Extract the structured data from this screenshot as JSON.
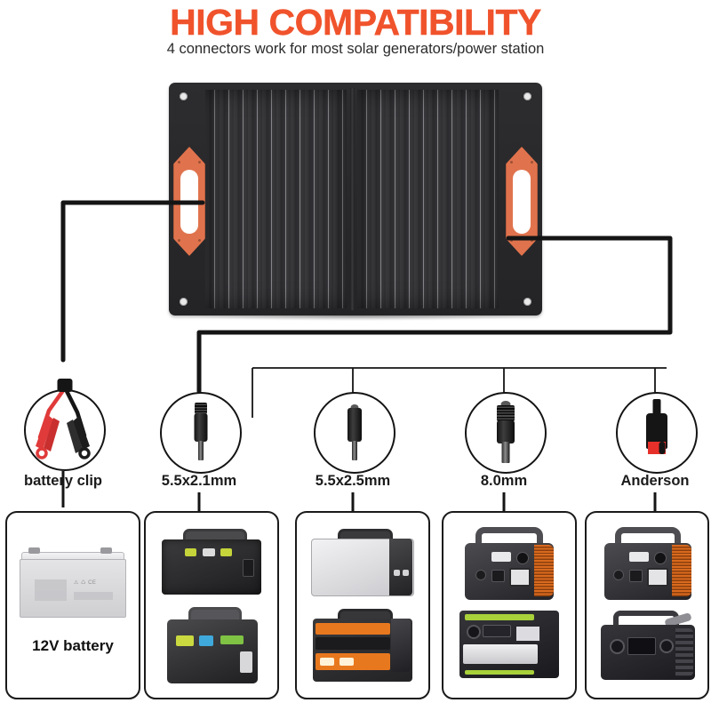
{
  "header": {
    "title": "HIGH COMPATIBILITY",
    "subtitle": "4 connectors work for most solar generators/power station",
    "title_color": "#f0532c",
    "subtitle_color": "#2b2b2b"
  },
  "product": {
    "name": "foldable-solar-panel",
    "panel_color": "#2d2d2f",
    "handle_color": "#e0734d",
    "sections": 2
  },
  "connectors": [
    {
      "id": "battery-clip",
      "label": "battery clip",
      "type": "alligator-clips",
      "colors": [
        "#e03a3a",
        "#1a1a1a"
      ]
    },
    {
      "id": "dc-5521",
      "label": "5.5x2.1mm",
      "type": "dc-barrel-plug",
      "colors": [
        "#141414"
      ]
    },
    {
      "id": "dc-5525",
      "label": "5.5x2.5mm",
      "type": "dc-barrel-plug",
      "colors": [
        "#141414"
      ]
    },
    {
      "id": "dc-80",
      "label": "8.0mm",
      "type": "dc-barrel-plug",
      "colors": [
        "#141414"
      ]
    },
    {
      "id": "anderson",
      "label": "Anderson",
      "type": "anderson-plug",
      "colors": [
        "#151515",
        "#e8302a"
      ]
    }
  ],
  "device_boxes": [
    {
      "id": "box-12v-battery",
      "label": "12V battery",
      "devices": [
        "12v-lead-acid-battery"
      ]
    },
    {
      "id": "box-dc-5521",
      "label": "",
      "devices": [
        "black-power-station",
        "black-green-power-station"
      ]
    },
    {
      "id": "box-dc-5525",
      "label": "",
      "devices": [
        "silver-power-station",
        "orange-power-station"
      ]
    },
    {
      "id": "box-dc-80",
      "label": "",
      "devices": [
        "orange-black-power-station",
        "green-silver-power-station"
      ]
    },
    {
      "id": "box-anderson",
      "label": "",
      "devices": [
        "orange-black-power-station",
        "dark-grey-power-station"
      ]
    }
  ],
  "wiring": {
    "line_color": "#151515",
    "description": "Panel left handle feeds battery clip; panel right handle feeds a bus that splits to the four DC connectors"
  }
}
